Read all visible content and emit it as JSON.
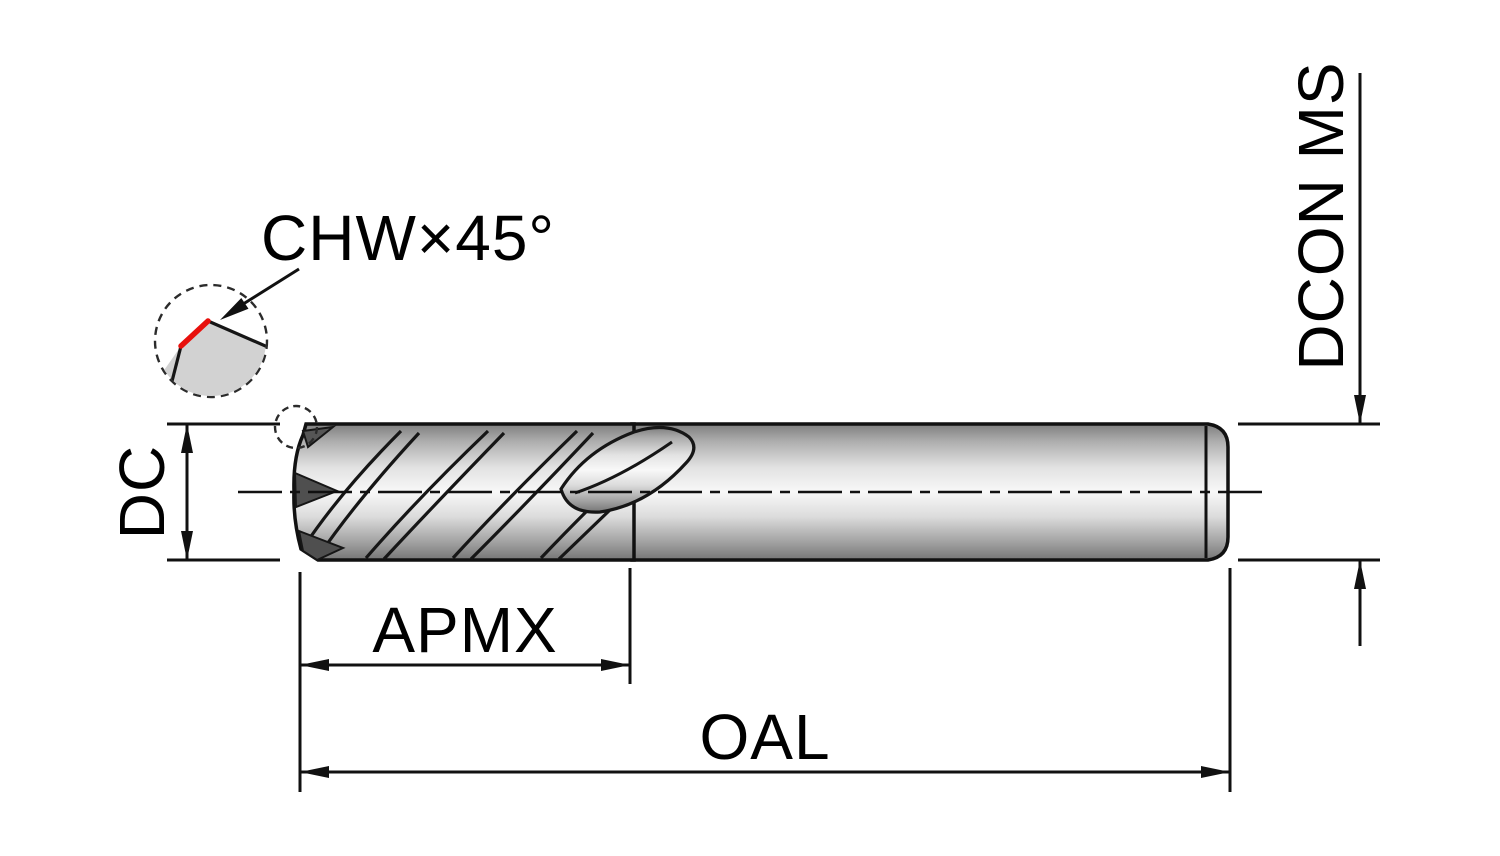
{
  "diagram": {
    "type": "technical-drawing",
    "subject": "End mill side view with dimension callouts",
    "labels": {
      "chamfer": "CHW×45°",
      "shank_diameter": "DCON MS",
      "cutting_diameter": "DC",
      "max_cutting_depth": "APMX",
      "overall_length": "OAL"
    },
    "colors": {
      "outline": "#111111",
      "chamfer_highlight": "#e8100c",
      "body_light": "#f8f8f8",
      "body_dark": "#757575",
      "detail_face_fill": "#d2d2d2",
      "background": "#ffffff"
    }
  }
}
